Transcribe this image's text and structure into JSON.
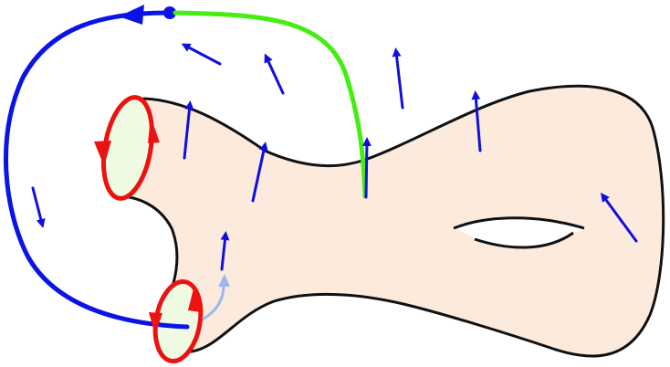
{
  "colors": {
    "surface_fill": "#fcebdd",
    "surface_stroke": "#111111",
    "hole_fill": "#ffffff",
    "boundary_loop": "#ee1111",
    "boundary_fill": "#eefbe2",
    "blue_path": "#0a14e6",
    "green_path": "#44ee11",
    "vector_arrow": "#1010dd",
    "faint_arrow": "#9ab8ee"
  },
  "elements": {
    "surface": "surface-with-two-boundary-components-and-one-handle",
    "boundary_loops": [
      "upper-boundary-loop",
      "lower-boundary-loop"
    ],
    "paths": [
      "blue-path",
      "green-path"
    ],
    "vector_field_arrows": 11,
    "faint_arrows": 1
  }
}
